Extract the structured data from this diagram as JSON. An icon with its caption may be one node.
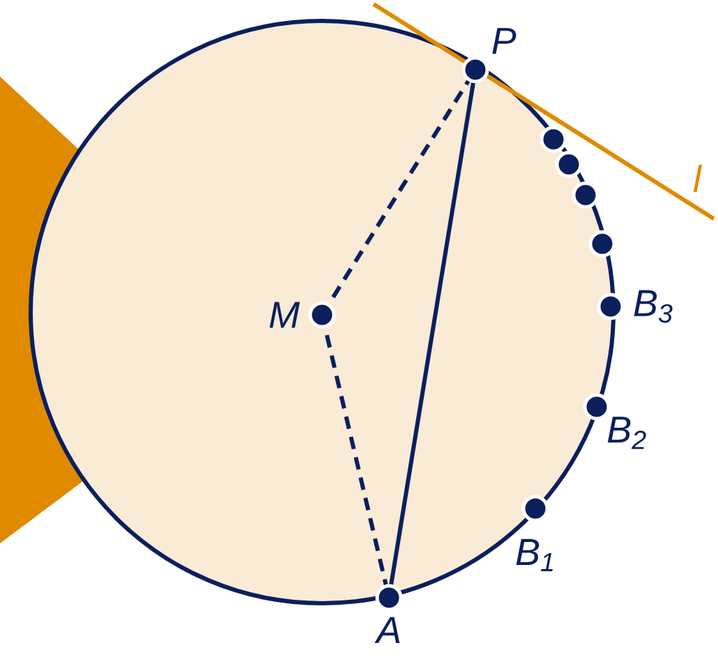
{
  "diagram": {
    "nodes": [
      {
        "text": [
          "P"
        ]
      },
      {
        "text": [],
        "shape": "circle"
      },
      {
        "text": [],
        "shape": "circle"
      },
      {
        "text": [],
        "shape": "circle"
      },
      {
        "text": [],
        "shape": "circle"
      },
      {
        "text": [
          "M"
        ]
      },
      {
        "text": [
          "B$_{3}$"
        ]
      },
      {
        "text": [
          "B$_{2}$"
        ]
      },
      {
        "text": [
          "B$_{1}$"
        ]
      },
      {
        "text": [
          "A"
        ]
      }
    ],
    "edges": [
      {
        "from": 5,
        "to": 0,
        "arrow": "none",
        "style": "dashed"
      },
      {
        "from": 5,
        "to": 9,
        "arrow": "none",
        "style": "dashed"
      },
      {
        "from": 0,
        "to": 9,
        "arrow": "none"
      }
    ],
    "labels": [
      "l"
    ]
  }
}
